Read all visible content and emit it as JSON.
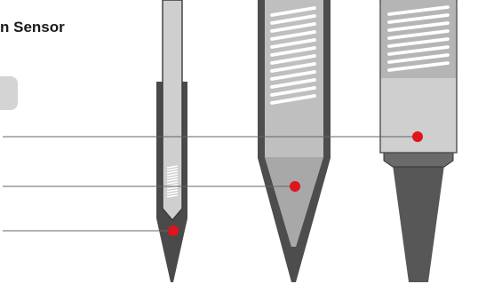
{
  "diagram": {
    "title": "n Sensor",
    "colors": {
      "probe_light": "#d0d0d0",
      "probe_mid": "#b3b3b3",
      "probe_dark": "#5a5a5a",
      "probe_outline": "#4d4d4d",
      "sensor_point": "#e0141e",
      "leader_line": "#666666"
    },
    "probes": [
      "thin-needle-probe",
      "tapered-probe",
      "blunt-tip-probe"
    ],
    "sensor_points": 3,
    "leader_lines": 3
  }
}
